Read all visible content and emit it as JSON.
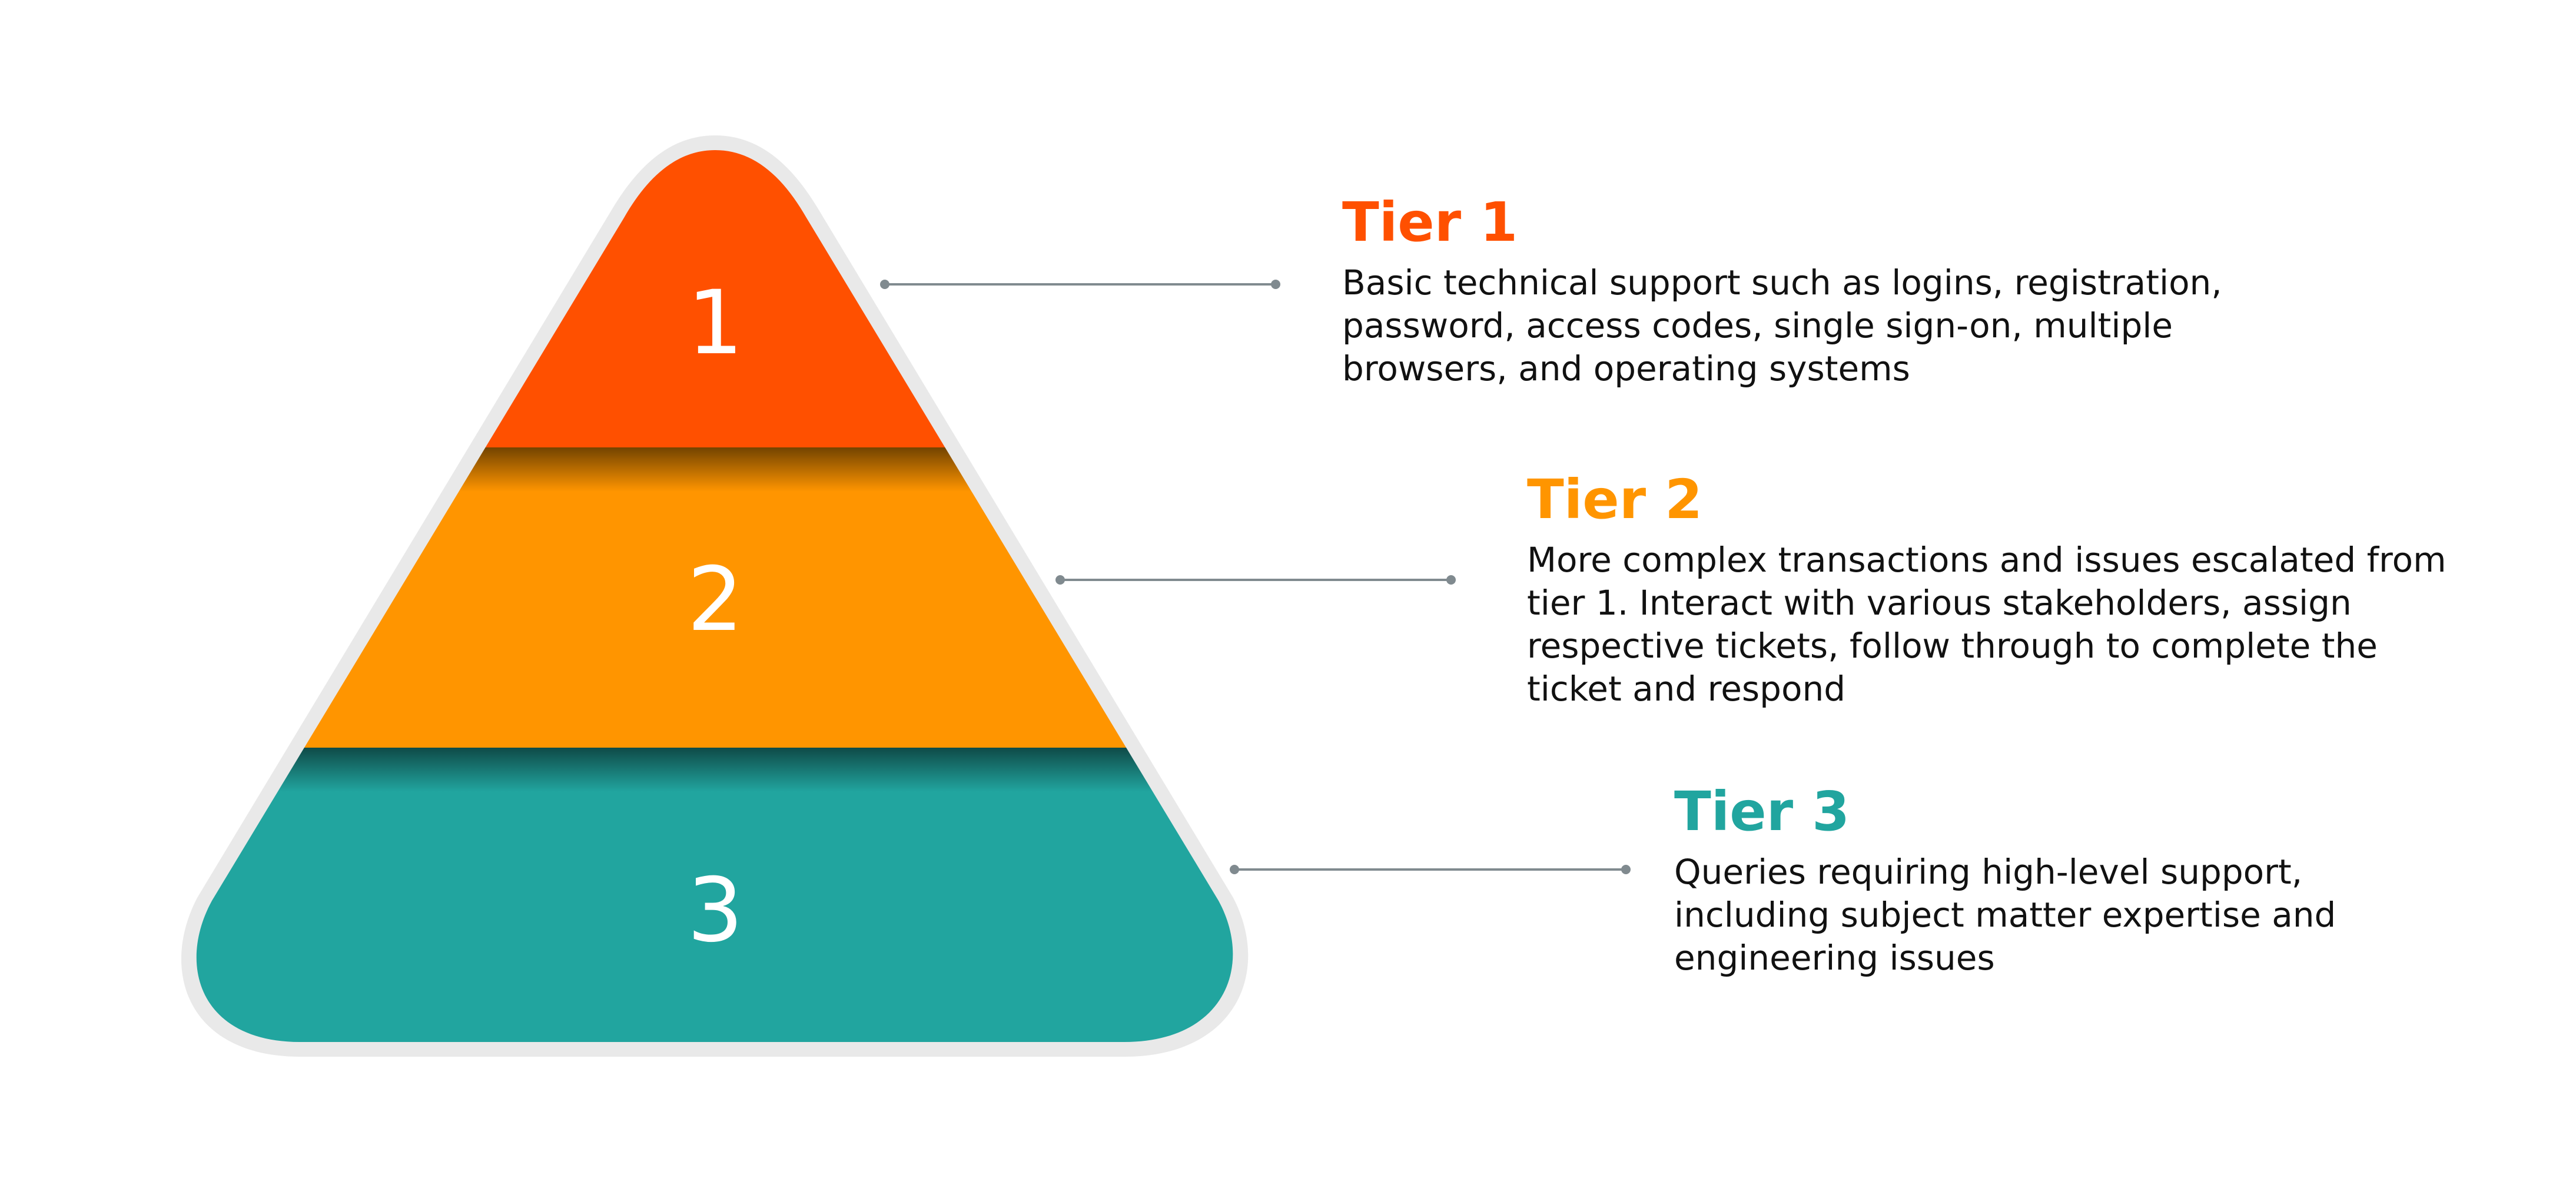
{
  "colors": {
    "tier1": "#FF5000",
    "tier2": "#FF9500",
    "tier3": "#21A59F",
    "outline": "#E9E9E9",
    "connector": "#808A8F"
  },
  "tiers": [
    {
      "number": "1",
      "title": "Tier 1",
      "description": "Basic technical support such as logins, registration, password, access codes, single sign-on, multiple browsers, and operating systems"
    },
    {
      "number": "2",
      "title": "Tier 2",
      "description": "More complex transactions and issues escalated from tier 1. Interact with various stakeholders, assign respective tickets, follow through to complete the ticket and respond"
    },
    {
      "number": "3",
      "title": "Tier 3",
      "description": "Queries requiring high-level support, including subject matter expertise and engineering issues"
    }
  ]
}
